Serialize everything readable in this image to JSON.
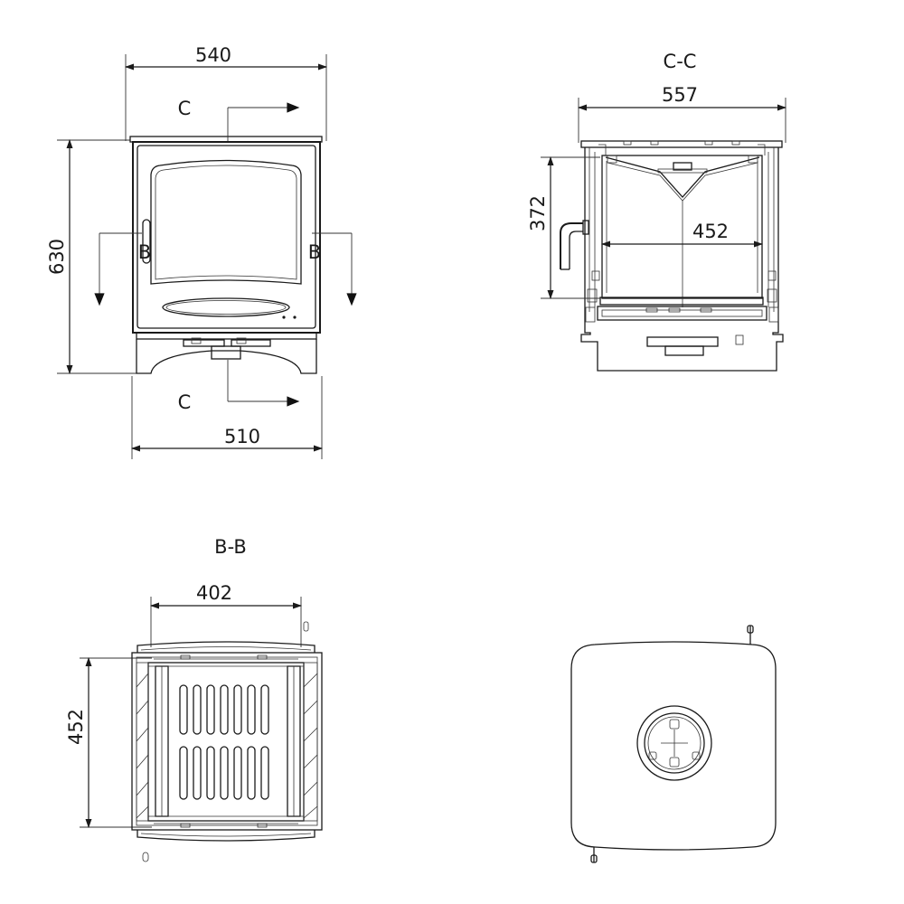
{
  "front_view": {
    "width_top": "540",
    "width_bottom": "510",
    "height": "630",
    "section_c_top": "C",
    "section_c_bottom": "C",
    "section_b_left": "B",
    "section_b_right": "B"
  },
  "section_cc": {
    "title": "C-C",
    "width": "557",
    "height": "372",
    "inner_width": "452"
  },
  "section_bb": {
    "title": "B-B",
    "width": "402",
    "depth": "452"
  },
  "top_view": {}
}
